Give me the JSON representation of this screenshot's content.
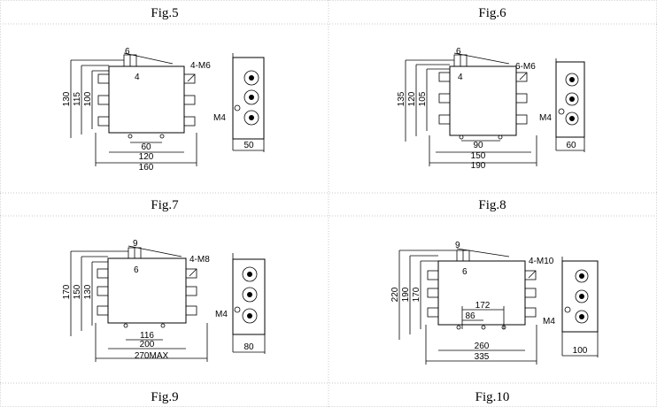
{
  "figures": [
    {
      "title_above": "Fig.5",
      "title_below": "Fig.7",
      "dims": {
        "heights": [
          "130",
          "115",
          "100"
        ],
        "top_w": "6",
        "top_h": "4",
        "bolts": "4-M6",
        "widths": [
          "60",
          "120",
          "160"
        ],
        "ground": "M4",
        "side_w": "50"
      }
    },
    {
      "title_above": "Fig.6",
      "title_below": "Fig.8",
      "dims": {
        "heights": [
          "135",
          "120",
          "105"
        ],
        "top_w": "6",
        "top_h": "4",
        "bolts": "6-M6",
        "widths": [
          "90",
          "150",
          "190"
        ],
        "ground": "M4",
        "side_w": "60"
      }
    },
    {
      "title_above": "",
      "title_below": "Fig.9",
      "dims": {
        "heights": [
          "170",
          "150",
          "130"
        ],
        "top_w": "9",
        "top_h": "6",
        "bolts": "4-M8",
        "widths": [
          "116",
          "200",
          "270MAX"
        ],
        "ground": "M4",
        "side_w": "80"
      }
    },
    {
      "title_above": "",
      "title_below": "Fig.10",
      "dims": {
        "heights": [
          "220",
          "190",
          "170"
        ],
        "top_w": "9",
        "top_h": "6",
        "bolts": "4-M10",
        "inner_dims": [
          "172",
          "86"
        ],
        "widths": [
          "260",
          "335"
        ],
        "ground": "M4",
        "side_w": "100"
      }
    }
  ]
}
